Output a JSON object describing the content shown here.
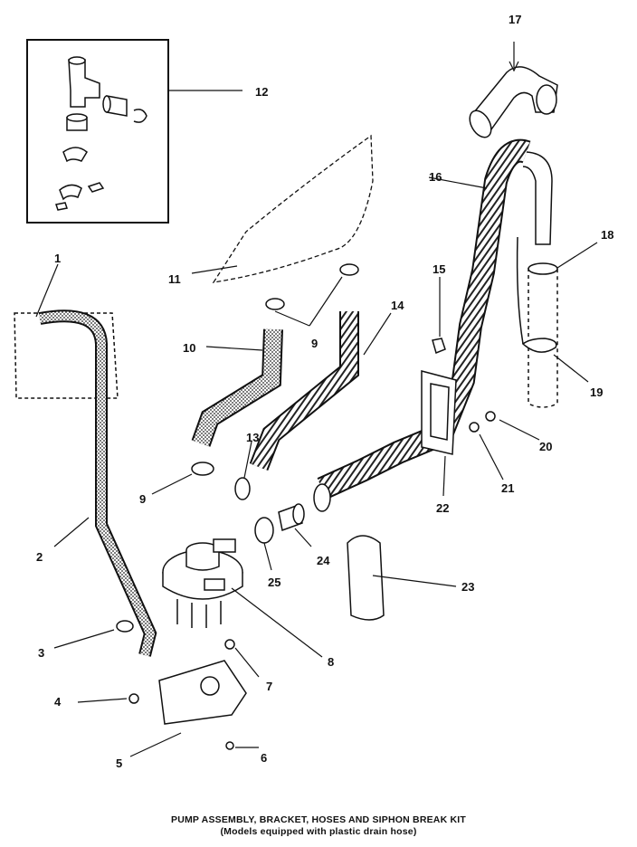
{
  "callouts": [
    "1",
    "2",
    "3",
    "4",
    "5",
    "6",
    "7",
    "8",
    "9",
    "9",
    "10",
    "11",
    "12",
    "13",
    "14",
    "15",
    "16",
    "17",
    "18",
    "19",
    "20",
    "21",
    "22",
    "23",
    "24",
    "25"
  ],
  "caption": {
    "title": "PUMP ASSEMBLY, BRACKET, HOSES AND SIPHON BREAK KIT",
    "subtitle": "(Models equipped with plastic drain hose)"
  }
}
